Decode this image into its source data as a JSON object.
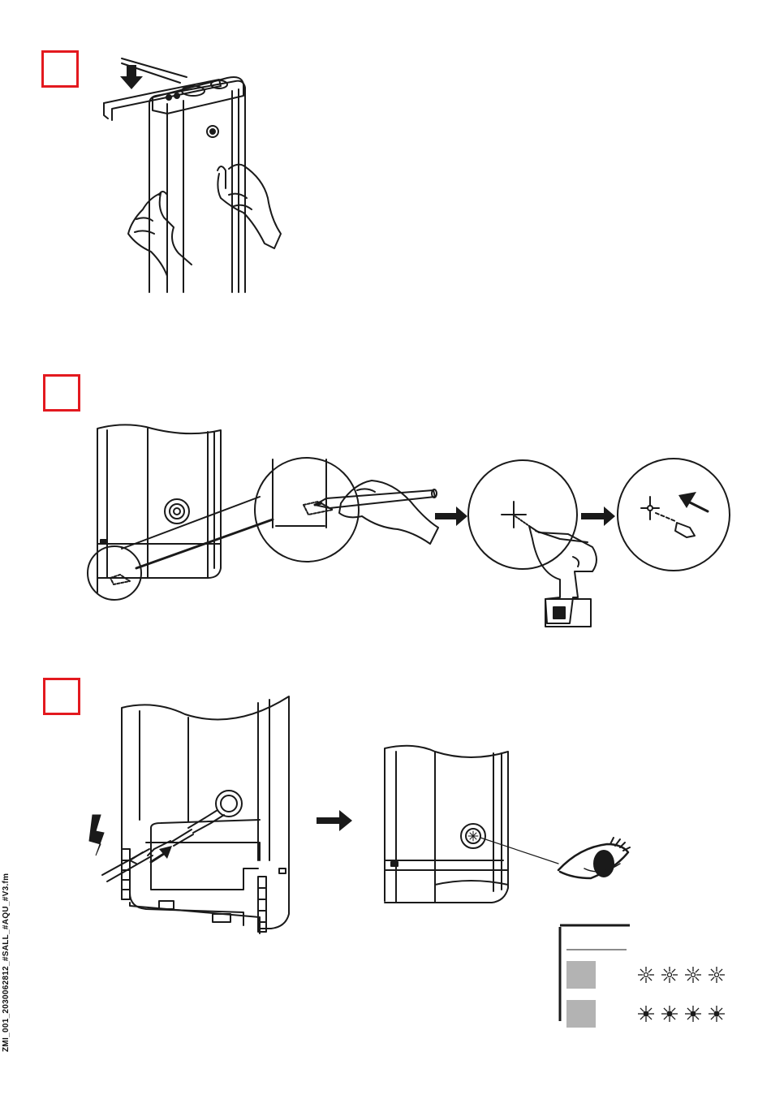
{
  "doc": {
    "file_label": "ZMI_001_2030062812_#SALL_#AQU_#V3.fm"
  },
  "colors": {
    "step_box": "#e3191f",
    "line": "#1a1a1a",
    "gray_indicator": "#b3b3b3"
  },
  "icons": {
    "step1": [
      "down-arrow-icon",
      "wall-bracket",
      "tank-unit",
      "hand-icon"
    ],
    "step2": [
      "pencil-icon",
      "drill-icon",
      "wall-plug-icon",
      "right-arrow-icon"
    ],
    "step3": [
      "lightning-icon",
      "hose-connector",
      "eye-icon",
      "led-blink-icon"
    ]
  }
}
